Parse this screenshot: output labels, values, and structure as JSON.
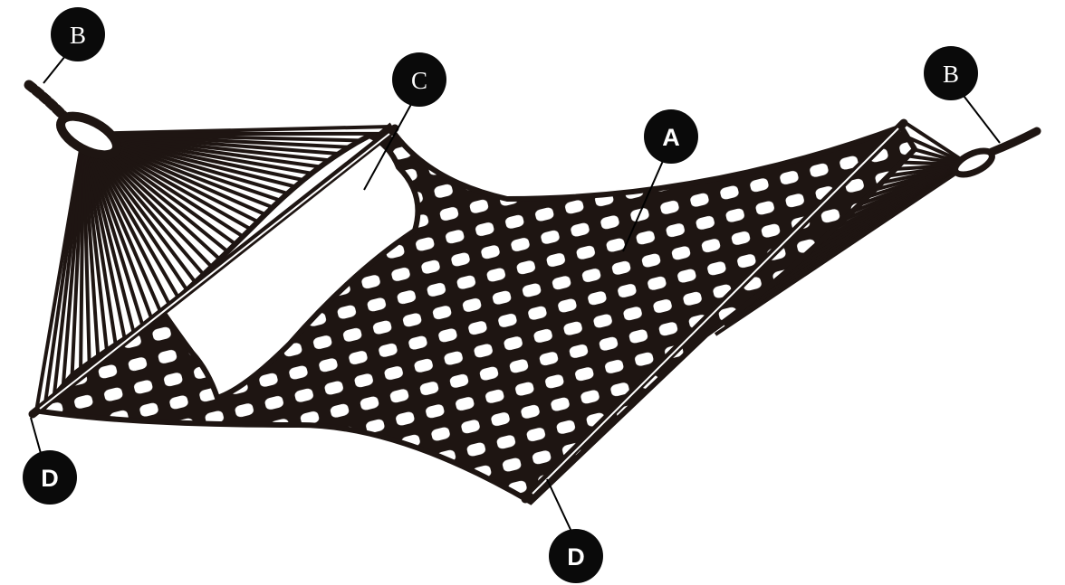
{
  "labels": {
    "b_left": "B",
    "b_right": "B",
    "c": "C",
    "a": "A",
    "d_left": "D",
    "d_right": "D"
  },
  "colors": {
    "net": "#1e1512",
    "badge": "#0a0a0a",
    "background": "#ffffff"
  }
}
